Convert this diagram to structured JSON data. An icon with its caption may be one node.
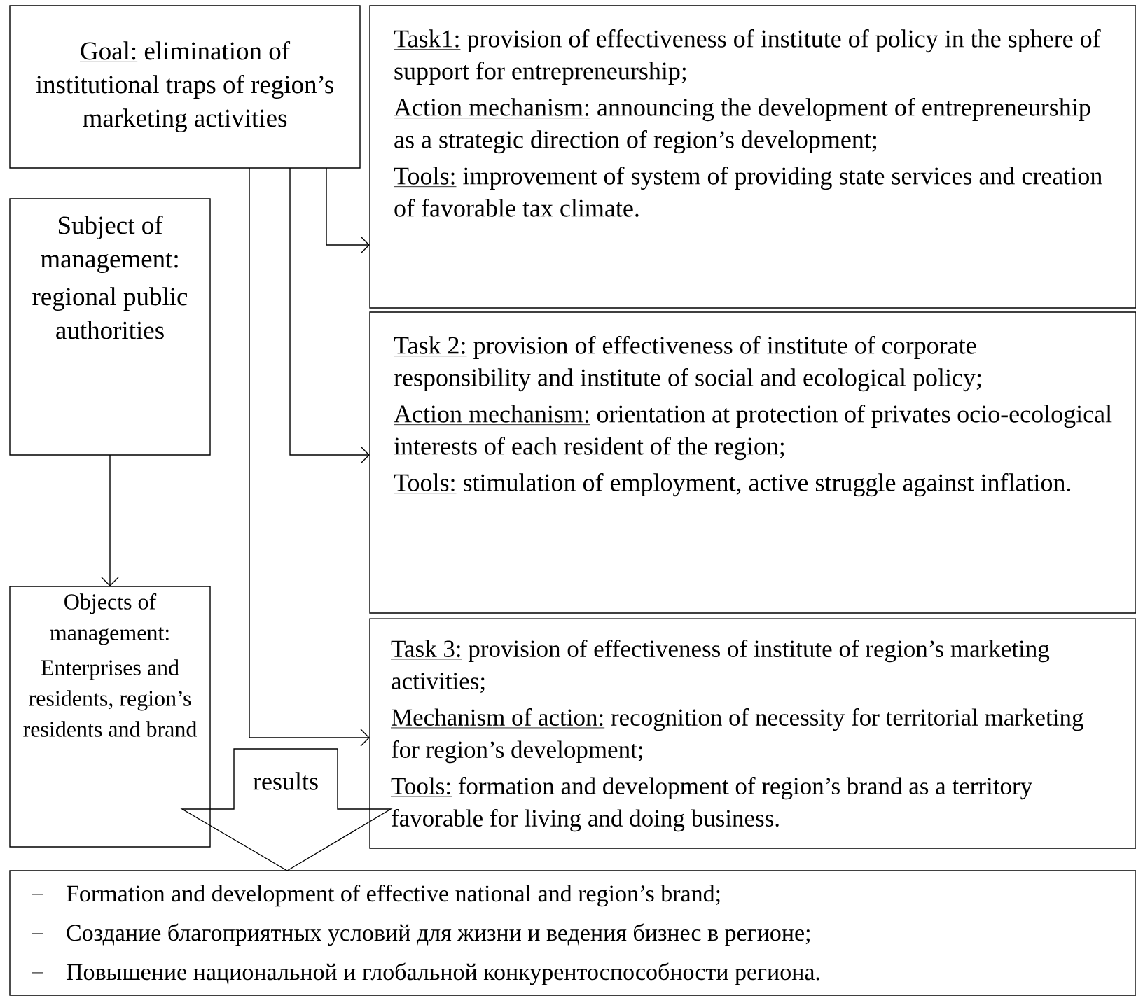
{
  "diagram": {
    "nodes": [
      {
        "text": [
          "Goal:",
          "elimination of institutional traps of region’s marketing activities"
        ]
      },
      {
        "text": [
          "Task1:",
          "provision of effectiveness of institute of policy in the sphere of support for entrepreneurship;",
          "Action mechanism:",
          "announcing the development of entrepreneurship as a strategic direction of region’s development;",
          "Tools:",
          "improvement of system of providing state services and creation of favorable tax climate."
        ]
      },
      {
        "text": [
          "Subject of management:",
          "regional public authorities"
        ]
      },
      {
        "text": [
          "Task 2:",
          "provision of effectiveness of institute of corporate responsibility and institute of social and ecological policy;",
          "Action mechanism:",
          "orientation at protection of privates ocio-ecological interests of each resident of the region;",
          "Tools:",
          "stimulation of employment, active struggle against inflation."
        ]
      },
      {
        "text": [
          "Objects of management:",
          "Enterprises and residents, region’s residents and brand"
        ]
      },
      {
        "text": [
          "Task 3:",
          "provision of effectiveness of institute of region’s marketing activities;",
          "Mechanism of action:",
          "recognition of necessity for territorial marketing for region’s development;",
          "Tools:",
          "formation and development of region’s brand as a territory favorable for living and doing business."
        ]
      },
      {
        "text": [
          "Formation and development of effective national and region’s brand;",
          "Создание благоприятных условий для жизни и ведения бизнес в регионе;",
          "Повышение национальной и глобальной конкурентоспособности региона."
        ]
      }
    ],
    "edges": [
      {
        "from": 0,
        "to": 1,
        "arrow": "to"
      },
      {
        "from": 0,
        "to": 3,
        "arrow": "to"
      },
      {
        "from": 0,
        "to": 5,
        "arrow": "to"
      },
      {
        "from": 2,
        "to": 4,
        "arrow": "to"
      },
      {
        "from": null,
        "to": 6,
        "arrow": "to",
        "label": "results"
      }
    ]
  }
}
